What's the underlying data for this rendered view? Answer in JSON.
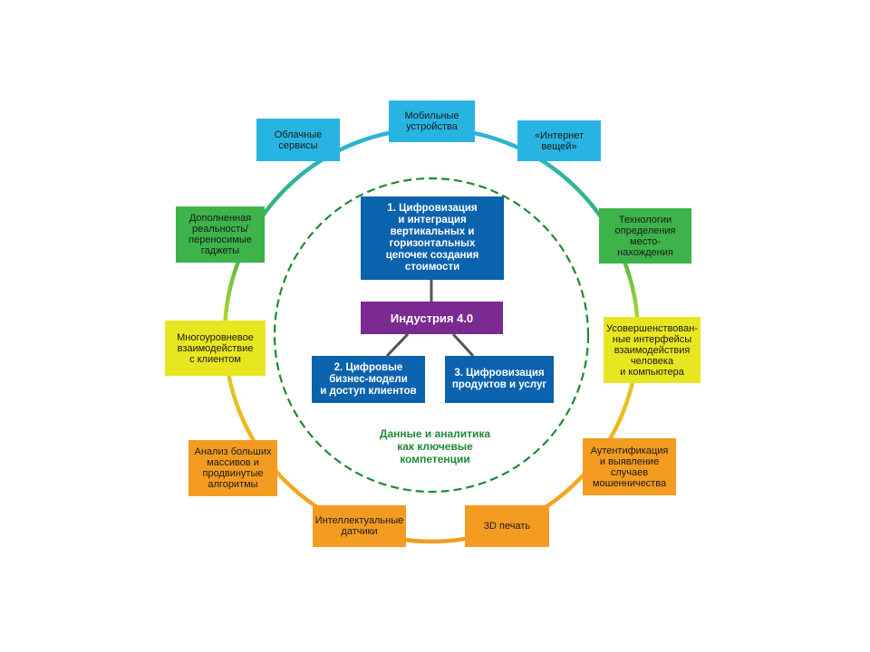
{
  "diagram": {
    "outer_items": [
      {
        "id": "mobile",
        "label": "Мобильные\nустройства",
        "color": "#28b4e2"
      },
      {
        "id": "iot",
        "label": "«Интернет\nвещей»",
        "color": "#28b4e2"
      },
      {
        "id": "location",
        "label": "Технологии\nопределения\nместо-\nнахождения",
        "color": "#3db34a"
      },
      {
        "id": "hci",
        "label": "Усовершенствован-\nные интерфейсы\nвзаимодействия\nчеловека\nи компьютера",
        "color": "#e8e621"
      },
      {
        "id": "fraud",
        "label": "Аутентификация\nи выявление\nслучаев\nмошенничества",
        "color": "#f39c21"
      },
      {
        "id": "print3d",
        "label": "3D печать",
        "color": "#f39c21"
      },
      {
        "id": "sensors",
        "label": "Интеллектуальные\nдатчики",
        "color": "#f39c21"
      },
      {
        "id": "bigdata",
        "label": "Анализ больших\nмассивов и\nпродвинутые\nалгоритмы",
        "color": "#f39c21"
      },
      {
        "id": "customer",
        "label": "Многоуровневое\nвзаимодействие\nс клиентом",
        "color": "#e8e621"
      },
      {
        "id": "ar",
        "label": "Дополненная\nреальность/\nпереносимые\nгаджеты",
        "color": "#3db34a"
      },
      {
        "id": "cloud",
        "label": "Облачные\nсервисы",
        "color": "#28b4e2"
      }
    ],
    "core": {
      "top": "1. Цифровизация\nи интеграция\nвертикальных и\nгоризонтальных\nцепочек создания\nстоимости",
      "center": "Индустрия 4.0",
      "left": "2. Цифровые\nбизнес-модели\nи доступ клиентов",
      "right": "3. Цифровизация\nпродуктов и услуг",
      "caption": "Данные и аналитика\nкак ключевые\nкомпетенции"
    },
    "colors": {
      "cyan": "#28b4e2",
      "green": "#3db34a",
      "yellow": "#e8e621",
      "orange": "#f39c21",
      "dark_blue": "#0b62ad",
      "purple": "#7a2a91",
      "dashed_circle": "#1d8a36",
      "connector": "#555555"
    }
  }
}
